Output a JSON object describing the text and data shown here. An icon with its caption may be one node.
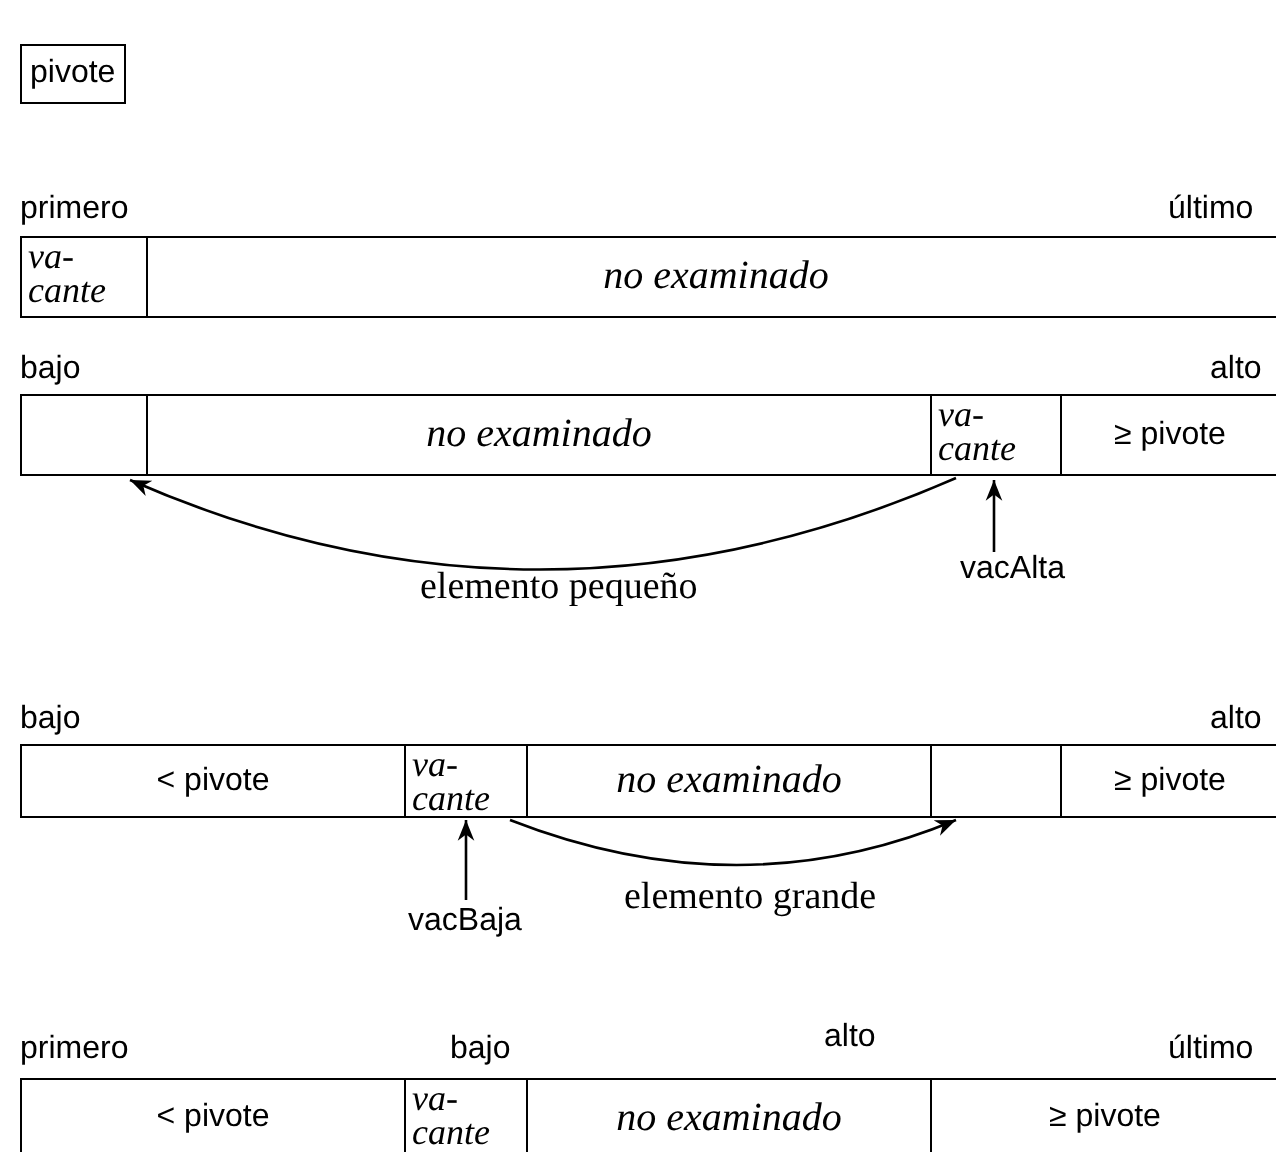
{
  "diagram": {
    "nodes": [
      {
        "text": [
          "pivote"
        ]
      },
      {
        "text": [
          "va- cante"
        ]
      },
      {
        "text": [
          "no examinado"
        ]
      },
      {
        "text": [],
        "shape": "box"
      },
      {
        "text": [
          "no examinado"
        ]
      },
      {
        "text": [
          "va- cante"
        ]
      },
      {
        "text": [
          "≥ pivote"
        ]
      },
      {
        "text": [
          "vacAlta"
        ]
      },
      {
        "text": [
          "< pivote"
        ]
      },
      {
        "text": [
          "va- cante"
        ]
      },
      {
        "text": [
          "no examinado"
        ]
      },
      {
        "text": [],
        "shape": "box"
      },
      {
        "text": [
          "≥ pivote"
        ]
      },
      {
        "text": [
          "vacBaja"
        ]
      },
      {
        "text": [
          "< pivote"
        ]
      },
      {
        "text": [
          "va- cante"
        ]
      },
      {
        "text": [
          "no examinado"
        ]
      },
      {
        "text": [
          "≥ pivote"
        ]
      }
    ],
    "edges": [
      {
        "from": 5,
        "to": 3,
        "arrow": "to",
        "label": "elemento pequeño"
      },
      {
        "from": 7,
        "to": 5,
        "arrow": "to"
      },
      {
        "from": 9,
        "to": 11,
        "arrow": "to",
        "label": "elemento grande"
      },
      {
        "from": 13,
        "to": 9,
        "arrow": "to"
      }
    ],
    "labels": [
      "primero",
      "último",
      "bajo",
      "alto",
      "bajo",
      "alto",
      "primero",
      "bajo",
      "alto",
      "último"
    ]
  }
}
